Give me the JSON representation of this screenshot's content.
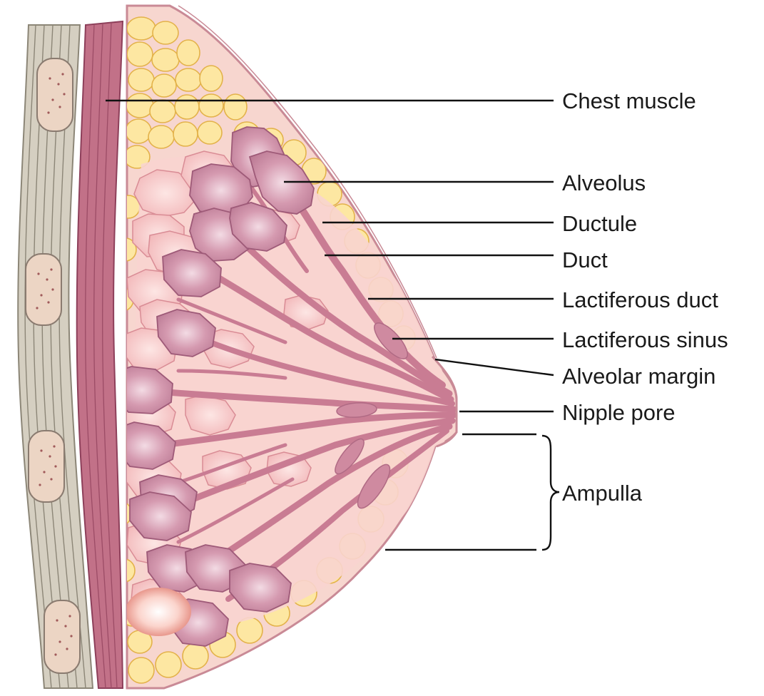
{
  "labels": {
    "chest_muscle": "Chest muscle",
    "alveolus": "Alveolus",
    "ductule": "Ductule",
    "duct": "Duct",
    "lactiferous_duct": "Lactiferous duct",
    "lactiferous_sinus": "Lactiferous sinus",
    "alveolar_margin": "Alveolar margin",
    "nipple_pore": "Nipple pore",
    "ampulla": "Ampulla"
  },
  "colors": {
    "rib_band": "#c9c3b4",
    "rib_band_light": "#e6e1d2",
    "rib_oval": "#ecd5c4",
    "muscle": "#c06a84",
    "muscle_stripe": "#a4506a",
    "skin_outline": "#c98a96",
    "breast_fill": "#f8d8d0",
    "fat_lobule": "#fde7a2",
    "fat_outline": "#e8b94a",
    "alveolus_pale": "#f6c3c4",
    "alveolus_dark": "#c98aa2",
    "duct": "#d6879d",
    "leader": "#111111"
  }
}
